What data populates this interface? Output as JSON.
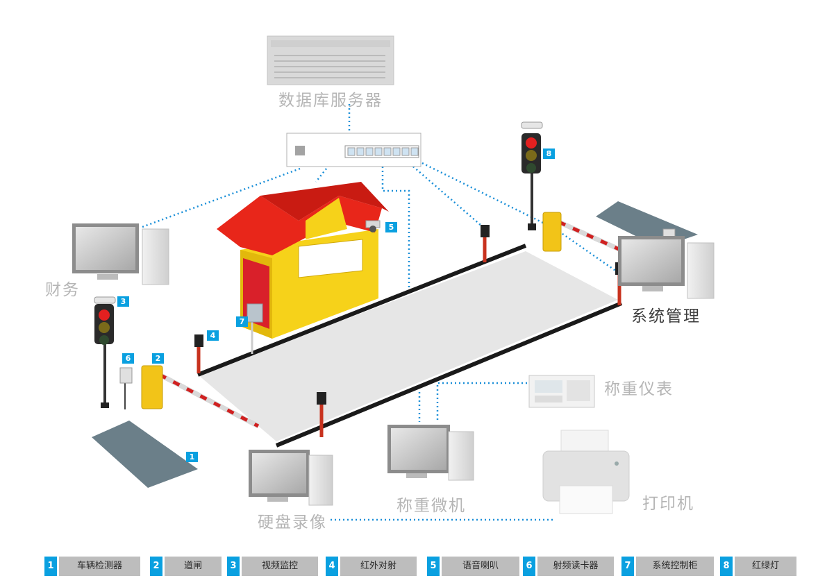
{
  "labels": {
    "database_server": "数据库服务器",
    "finance": "财务",
    "system_management": "系统管理",
    "scale_indicator": "称重仪表",
    "weighing_pc": "称重微机",
    "disk_recorder": "硬盘录像",
    "printer": "打印机"
  },
  "callouts": [
    "1",
    "2",
    "3",
    "4",
    "5",
    "6",
    "7",
    "8"
  ],
  "legend": [
    {
      "num": "1",
      "label": "车辆检测器"
    },
    {
      "num": "2",
      "label": "道闸"
    },
    {
      "num": "3",
      "label": "视频监控"
    },
    {
      "num": "4",
      "label": "红外对射"
    },
    {
      "num": "5",
      "label": "语音喇叭"
    },
    {
      "num": "6",
      "label": "射频读卡器"
    },
    {
      "num": "7",
      "label": "系统控制柜"
    },
    {
      "num": "8",
      "label": "红绿灯"
    }
  ],
  "colors": {
    "accent": "#0aa0e0",
    "legend_bg": "#bdbdbd",
    "link_line": "#1a8fd8",
    "booth_roof": "#e8261a",
    "booth_wall": "#f6d21a"
  }
}
